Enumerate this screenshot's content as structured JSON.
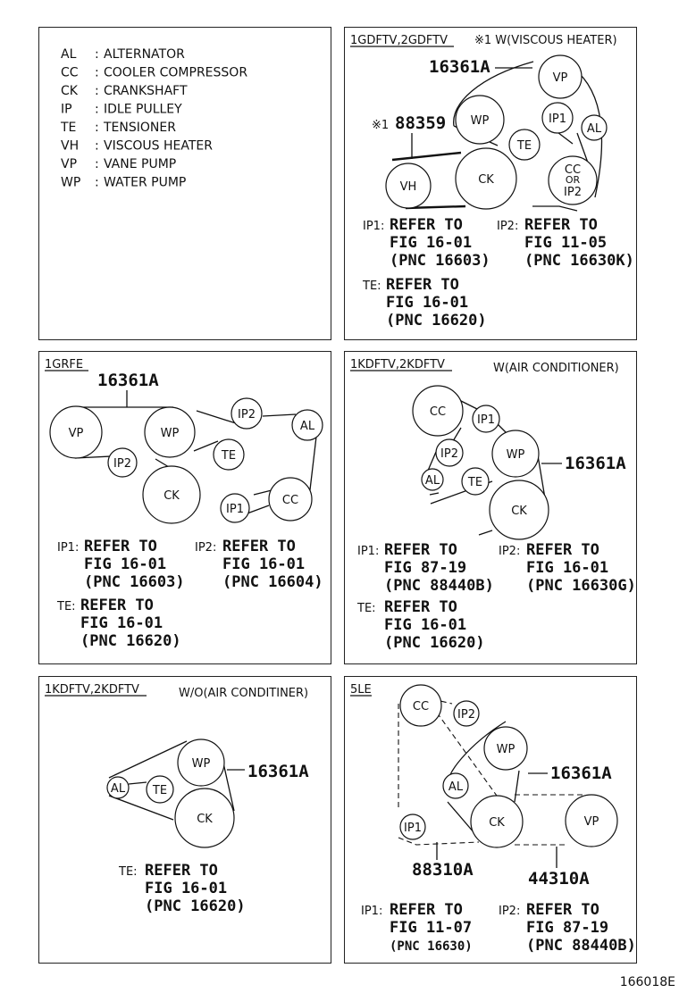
{
  "legend": [
    {
      "code": "AL",
      "name": "ALTERNATOR"
    },
    {
      "code": "CC",
      "name": "COOLER COMPRESSOR"
    },
    {
      "code": "CK",
      "name": "CRANKSHAFT"
    },
    {
      "code": "IP",
      "name": "IDLE PULLEY"
    },
    {
      "code": "TE",
      "name": "TENSIONER"
    },
    {
      "code": "VH",
      "name": "VISCOUS HEATER"
    },
    {
      "code": "VP",
      "name": "VANE PUMP"
    },
    {
      "code": "WP",
      "name": "WATER PUMP"
    }
  ],
  "panel1": {
    "header": "1GDFTV,2GDFTV",
    "condition": "※1 W(VISCOUS HEATER)",
    "belt1": "16361A",
    "belt2_mark": "※1",
    "belt2": "88359",
    "pulleys": {
      "vp": "VP",
      "wp": "WP",
      "ip1": "IP1",
      "al": "AL",
      "te": "TE",
      "vh": "VH",
      "ck": "CK",
      "cc": "CC",
      "or": "OR",
      "ip2": "IP2"
    },
    "refs": [
      {
        "tag": "IP1:",
        "l1": "REFER TO",
        "l2": "FIG 16-01",
        "l3": "(PNC 16603)"
      },
      {
        "tag": "IP2:",
        "l1": "REFER TO",
        "l2": "FIG 11-05",
        "l3": "(PNC 16630K)"
      },
      {
        "tag": "TE:",
        "l1": "REFER TO",
        "l2": "FIG 16-01",
        "l3": "(PNC 16620)"
      }
    ]
  },
  "panel2": {
    "header": "1GRFE",
    "belt": "16361A",
    "pulleys": {
      "vp": "VP",
      "wp": "WP",
      "ip2a": "IP2",
      "al": "AL",
      "ip2b": "IP2",
      "te": "TE",
      "ck": "CK",
      "ip1": "IP1",
      "cc": "CC"
    },
    "refs": [
      {
        "tag": "IP1:",
        "l1": "REFER TO",
        "l2": "FIG 16-01",
        "l3": "(PNC 16603)"
      },
      {
        "tag": "IP2:",
        "l1": "REFER TO",
        "l2": "FIG 16-01",
        "l3": "(PNC 16604)"
      },
      {
        "tag": "TE:",
        "l1": "REFER TO",
        "l2": "FIG 16-01",
        "l3": "(PNC 16620)"
      }
    ]
  },
  "panel3": {
    "header": "1KDFTV,2KDFTV",
    "condition": "W(AIR CONDITIONER)",
    "belt": "16361A",
    "pulleys": {
      "cc": "CC",
      "ip1": "IP1",
      "ip2": "IP2",
      "wp": "WP",
      "al": "AL",
      "te": "TE",
      "ck": "CK"
    },
    "refs": [
      {
        "tag": "IP1:",
        "l1": "REFER TO",
        "l2": "FIG 87-19",
        "l3": "(PNC 88440B)"
      },
      {
        "tag": "IP2:",
        "l1": "REFER TO",
        "l2": "FIG 16-01",
        "l3": "(PNC 16630G)"
      },
      {
        "tag": "TE:",
        "l1": "REFER TO",
        "l2": "FIG 16-01",
        "l3": "(PNC 16620)"
      }
    ]
  },
  "panel4": {
    "header": "1KDFTV,2KDFTV",
    "condition": "W/O(AIR CONDITINER)",
    "belt": "16361A",
    "pulleys": {
      "wp": "WP",
      "al": "AL",
      "te": "TE",
      "ck": "CK"
    },
    "refs": [
      {
        "tag": "TE:",
        "l1": "REFER TO",
        "l2": "FIG 16-01",
        "l3": "(PNC 16620)"
      }
    ]
  },
  "panel5": {
    "header": "5LE",
    "belt1": "16361A",
    "belt2": "88310A",
    "belt3": "44310A",
    "pulleys": {
      "cc": "CC",
      "ip2": "IP2",
      "wp": "WP",
      "al": "AL",
      "ck": "CK",
      "vp": "VP",
      "ip1": "IP1"
    },
    "refs": [
      {
        "tag": "IP1:",
        "l1": "REFER TO",
        "l2": "FIG 11-07",
        "l3": "(PNC 16630)"
      },
      {
        "tag": "IP2:",
        "l1": "REFER TO",
        "l2": "FIG 87-19",
        "l3": "(PNC 88440B)"
      }
    ]
  },
  "figure_id": "166018E"
}
